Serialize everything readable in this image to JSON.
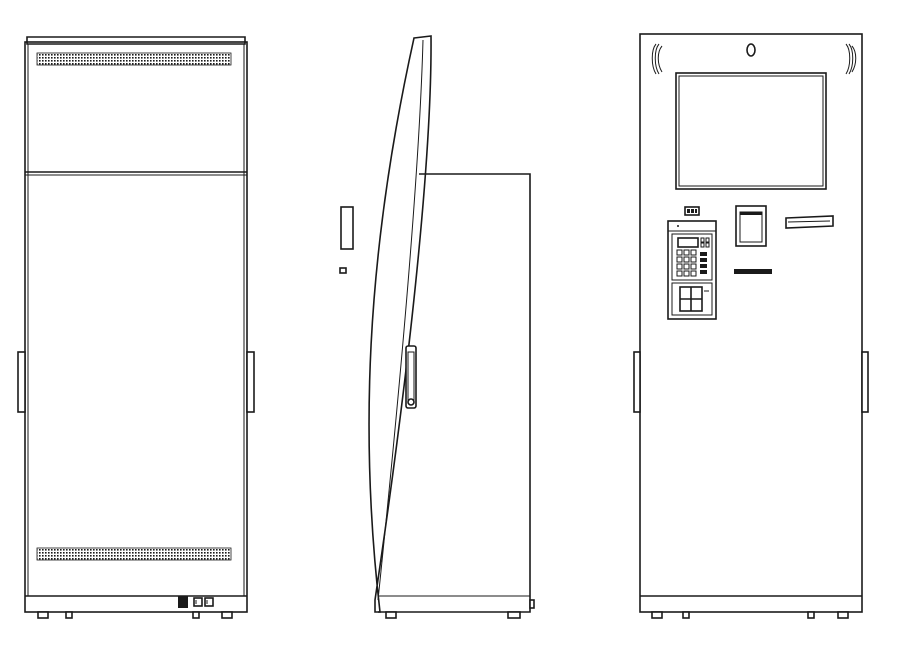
{
  "figure": {
    "views": [
      {
        "id": "rear-view"
      },
      {
        "id": "side-view"
      },
      {
        "id": "front-view"
      }
    ]
  },
  "colors": {
    "line": "#1a1a1a",
    "background": "#ffffff"
  }
}
